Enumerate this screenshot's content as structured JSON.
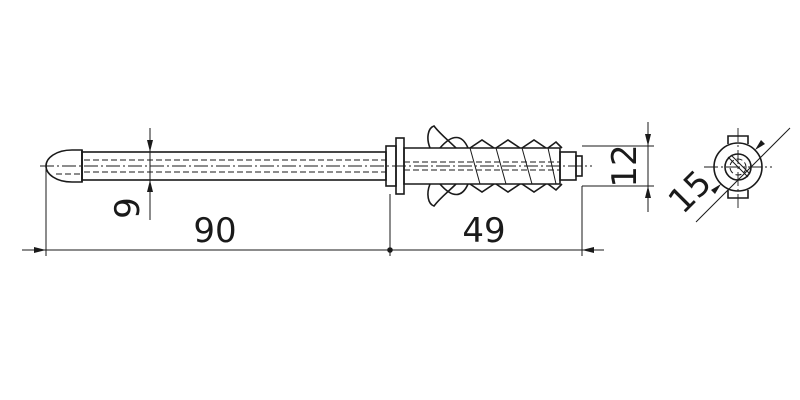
{
  "dimensions": {
    "total_length": "90",
    "sleeve_length": "49",
    "screw_diameter": "9",
    "sleeve_diameter": "12",
    "drill_diameter": "15"
  }
}
